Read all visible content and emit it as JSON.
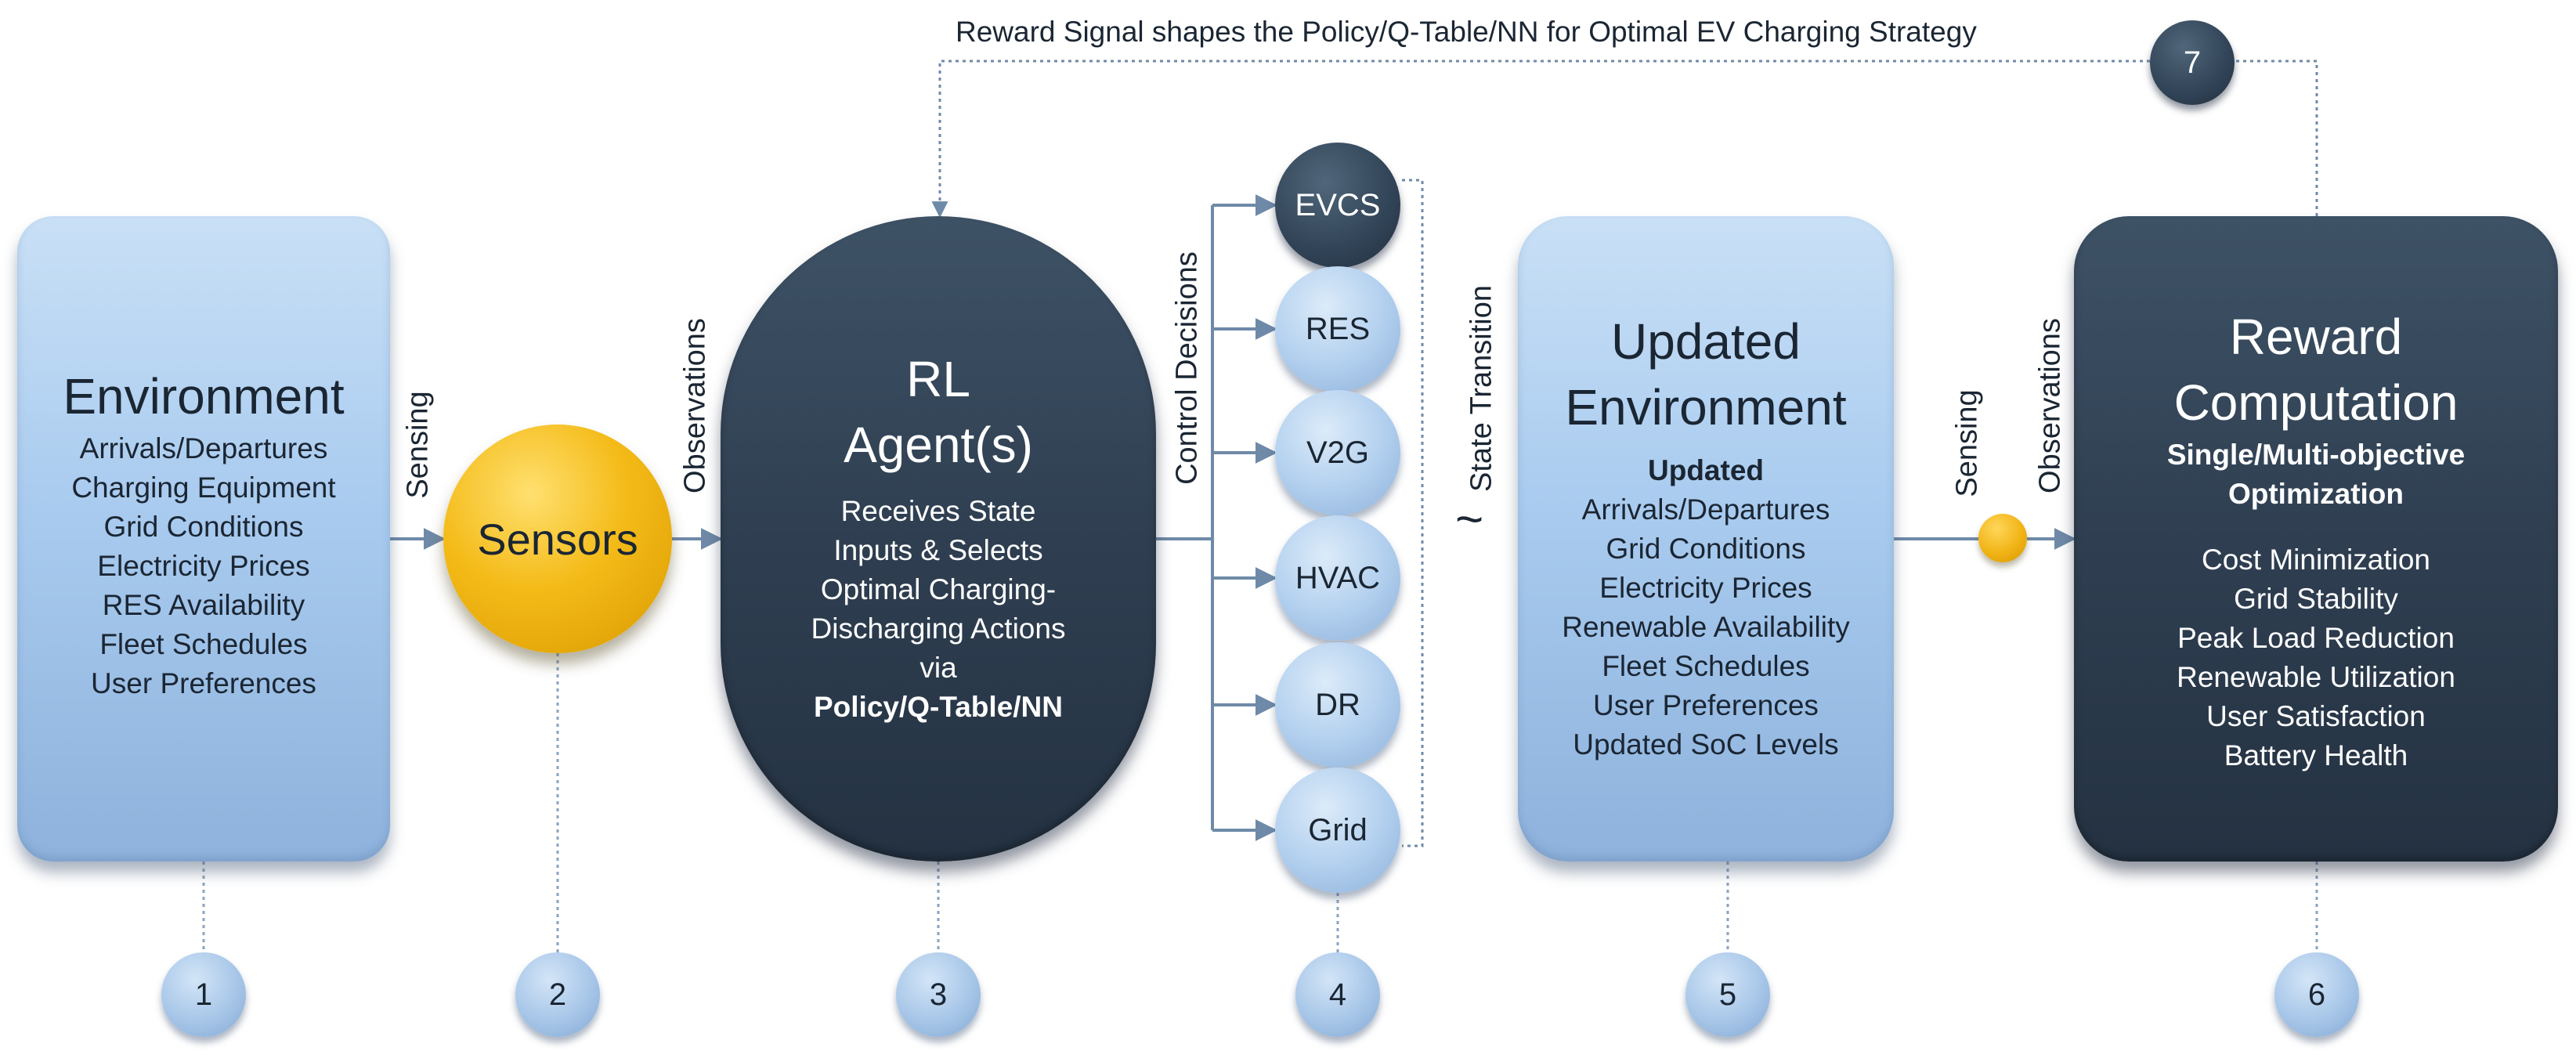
{
  "reward_signal": "Reward Signal shapes the Policy/Q-Table/NN for Optimal EV Charging Strategy",
  "environment": {
    "title": "Environment",
    "items": [
      "Arrivals/Departures",
      "Charging Equipment",
      "Grid Conditions",
      "Electricity Prices",
      "RES Availability",
      "Fleet Schedules",
      "User Preferences"
    ]
  },
  "sensing_label": "Sensing",
  "sensors": "Sensors",
  "observations_label": "Observations",
  "agent": {
    "title_line1": "RL",
    "title_line2": "Agent(s)",
    "desc": [
      "Receives State",
      "Inputs & Selects",
      "Optimal Charging-",
      "Discharging Actions",
      "via"
    ],
    "policy": "Policy/Q-Table/NN"
  },
  "control_decisions_label": "Control Decisions",
  "components": [
    "EVCS",
    "RES",
    "V2G",
    "HVAC",
    "DR",
    "Grid"
  ],
  "state_transition_label": "State Transition",
  "tilde": "~",
  "updated_env": {
    "title_line1": "Updated",
    "title_line2": "Environment",
    "subtitle": "Updated",
    "items": [
      "Arrivals/Departures",
      "Grid Conditions",
      "Electricity Prices",
      "Renewable Availability",
      "Fleet Schedules",
      "User Preferences",
      "Updated SoC Levels"
    ]
  },
  "sensing_label_2": "Sensing",
  "observations_label_2": "Observations",
  "reward": {
    "title_line1": "Reward",
    "title_line2": "Computation",
    "subtitle_line1": "Single/Multi-objective",
    "subtitle_line2": "Optimization",
    "items": [
      "Cost Minimization",
      "Grid Stability",
      "Peak Load Reduction",
      "Renewable Utilization",
      "User Satisfaction",
      "Battery Health"
    ]
  },
  "step_numbers": [
    "1",
    "2",
    "3",
    "4",
    "5",
    "6",
    "7"
  ],
  "colors": {
    "dark": "#2f3f51",
    "light": "#a9cbef",
    "accent": "#f4bb18",
    "connector": "#6f8aa8"
  }
}
